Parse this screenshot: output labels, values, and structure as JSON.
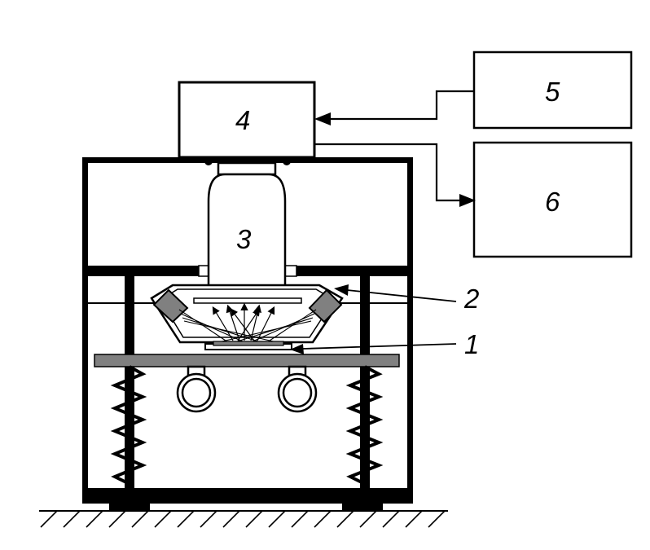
{
  "labels": {
    "specimen": "1",
    "illuminator": "2",
    "objective": "3",
    "camera": "4",
    "controller": "5",
    "computer": "6"
  },
  "colors": {
    "line": "#000000",
    "fill_gray": "#808080",
    "background": "#ffffff"
  }
}
